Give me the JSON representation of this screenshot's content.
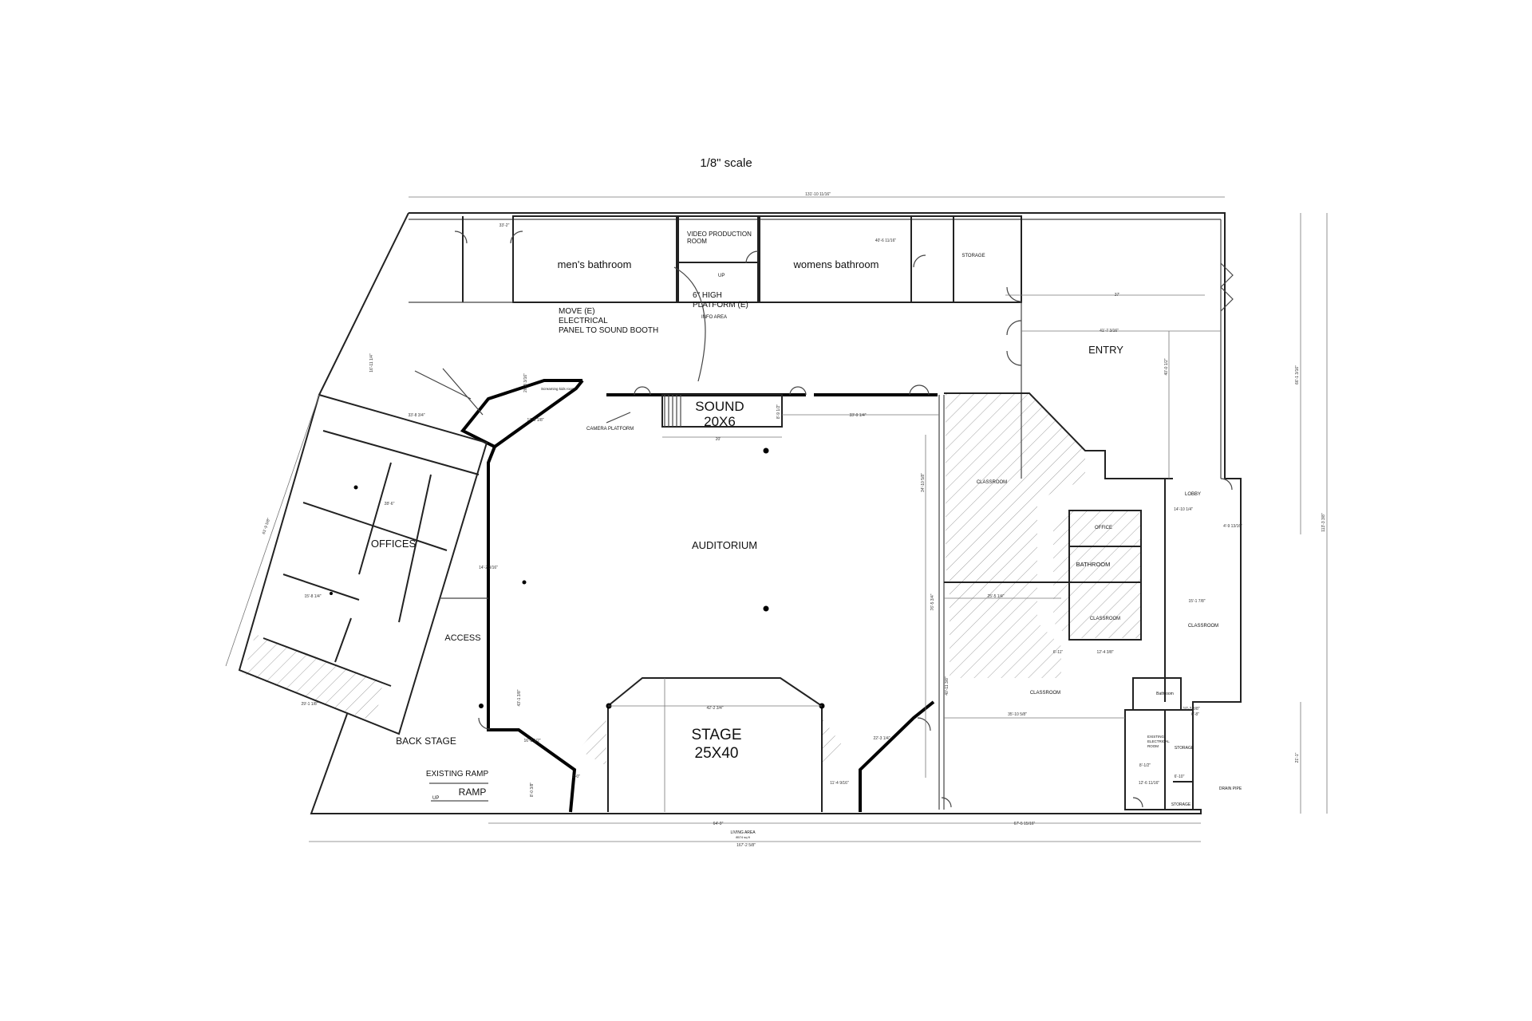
{
  "scale_label": "1/8\" scale",
  "rooms": {
    "mens_bathroom": "men's bathroom",
    "video_production_1": "VIDEO PRODUCTION",
    "video_production_2": "ROOM",
    "womens_bathroom": "womens bathroom",
    "storage_top": "STORAGE",
    "platform_1": "6\" HIGH",
    "platform_2": "PLATFORM (E)",
    "info_area": "INFO AREA",
    "move_1": "MOVE (E)",
    "move_2": "ELECTRICAL",
    "move_3": "PANEL TO SOUND BOOTH",
    "entry": "ENTRY",
    "sound_1": "SOUND",
    "sound_2": "20X6",
    "screaming_kids": "Screaming kids room",
    "camera_platform": "CAMERA PLATFORM",
    "auditorium": "AUDITORIUM",
    "offices": "OFFICES",
    "access": "ACCESS",
    "back_stage": "BACK STAGE",
    "existing_ramp": "EXISTING RAMP",
    "ramp": "RAMP",
    "up": "UP",
    "stage_1": "STAGE",
    "stage_2": "25X40",
    "classroom_a": "CLASSROOM",
    "classroom_b": "CLASSROOM",
    "classroom_c": "CLASSROOM",
    "classroom_d": "CLASSROOM",
    "office_small": "OFFICE",
    "bathroom": "BATHROOM",
    "lobby": "LOBBY",
    "bathroom_small": "Bathroom",
    "existing_electrical_1": "EXISTING",
    "existing_electrical_2": "ELECTRICAL",
    "existing_electrical_3": "ROOM",
    "storage_r1": "STORAGE",
    "storage_r2": "STORAGE",
    "drain_pipe": "DRAIN PIPE",
    "living_area_1": "LIVING AREA",
    "living_area_2": "8574 sq ft"
  },
  "dimensions": {
    "top_overall": "131'-10 11/16\"",
    "bottom_overall": "167'-2 5/8\"",
    "bottom_left": "64'-9\"",
    "bottom_right": "67'-5 15/16\"",
    "right_overall": "113'-3 3/8\"",
    "right_upper": "66'-1 3/16\"",
    "right_lower": "21'-1\"",
    "left_offices": "61'-9 5/8\"",
    "sound_width": "20'",
    "stage_width": "42'-2 3/4\"",
    "auditorium_right": "33'-9 1/4\"",
    "classroom_h": "34'-10 5/8\"",
    "mens_top": "33'-2\"",
    "womens_top": "40'-6 11/16\"",
    "entry_w": "41'-7 3/16\"",
    "entry_top": "37'",
    "entry_h": "40'-0 1/2\"",
    "offices_w": "28'-6\"",
    "offices_low": "15'-8 1/4\"",
    "backstage_w": "29'-1 1/8\"",
    "classroom_w1": "35'-10 5/8\"",
    "classroom_w2": "25'-5 1/4\"",
    "classroom_h2": "40'-11 3/8\"",
    "classroom_w3": "12'-4 3/8\"",
    "classroom_w4": "6'-11\"",
    "lobby_w": "14'-10 1/4\"",
    "lobby_low": "4'-9 13/16\"",
    "stairs_w": "11'-4 9/16\"",
    "stage_side": "22'-3 1/4\"",
    "right_small1": "10'-3 3/8\"",
    "right_small2": "6'-8\"",
    "classroom_r": "15'-1 7/8\"",
    "auditorium_h": "76'-5 3/4\"",
    "left_wall": "43'-1 3/8\"",
    "left_upper": "26'-8 3/16\"",
    "left_top": "16'-11 1/4\"",
    "access_w": "14'-2 3/16\"",
    "sound_h": "8'-9 1/2\"",
    "kids_w": "17'-9 1/8\"",
    "sound_left": "33'-8 3/4\"",
    "backstage_h": "16'-2 1/2\"",
    "ramp_h": "8'-0 3/8\"",
    "ramp_step": "3'-0\"",
    "right_stor": "12'-6 11/16\"",
    "right_stor2": "6'-10\"",
    "right_stor3": "8'-1/2\""
  }
}
